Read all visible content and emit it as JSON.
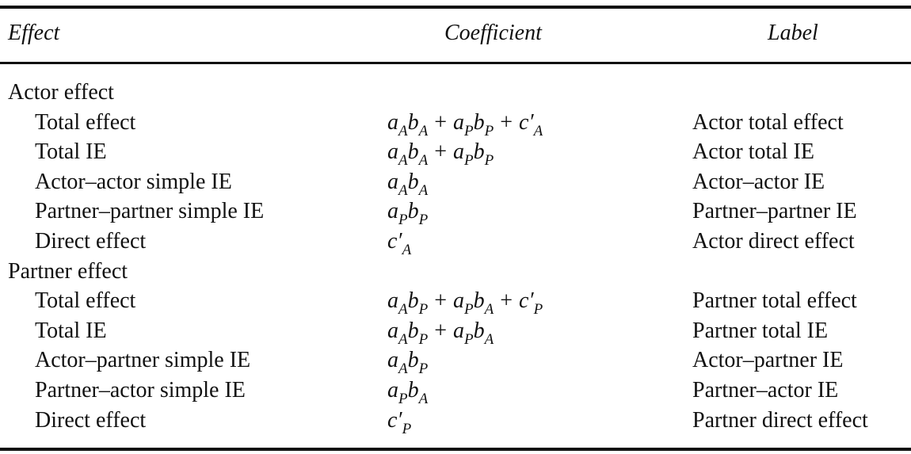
{
  "headers": {
    "effect": "Effect",
    "coefficient": "Coefficient",
    "label": "Label"
  },
  "groups": [
    {
      "title": "Actor effect",
      "rows": [
        {
          "effect": "Total effect",
          "coefficient": [
            [
              "a",
              "A"
            ],
            [
              "b",
              "A"
            ],
            "+",
            [
              "a",
              "P"
            ],
            [
              "b",
              "P"
            ],
            "+",
            [
              "c′",
              "A"
            ]
          ],
          "label": "Actor total effect"
        },
        {
          "effect": "Total IE",
          "coefficient": [
            [
              "a",
              "A"
            ],
            [
              "b",
              "A"
            ],
            "+",
            [
              "a",
              "P"
            ],
            [
              "b",
              "P"
            ]
          ],
          "label": "Actor total IE"
        },
        {
          "effect": "Actor–actor simple IE",
          "coefficient": [
            [
              "a",
              "A"
            ],
            [
              "b",
              "A"
            ]
          ],
          "label": "Actor–actor IE"
        },
        {
          "effect": "Partner–partner simple IE",
          "coefficient": [
            [
              "a",
              "P"
            ],
            [
              "b",
              "P"
            ]
          ],
          "label": "Partner–partner IE"
        },
        {
          "effect": "Direct effect",
          "coefficient": [
            [
              "c′",
              "A"
            ]
          ],
          "label": "Actor direct effect"
        }
      ]
    },
    {
      "title": "Partner effect",
      "rows": [
        {
          "effect": "Total effect",
          "coefficient": [
            [
              "a",
              "A"
            ],
            [
              "b",
              "P"
            ],
            "+",
            [
              "a",
              "P"
            ],
            [
              "b",
              "A"
            ],
            "+",
            [
              "c′",
              "P"
            ]
          ],
          "label": "Partner total effect"
        },
        {
          "effect": "Total IE",
          "coefficient": [
            [
              "a",
              "A"
            ],
            [
              "b",
              "P"
            ],
            "+",
            [
              "a",
              "P"
            ],
            [
              "b",
              "A"
            ]
          ],
          "label": "Partner total IE"
        },
        {
          "effect": "Actor–partner simple IE",
          "coefficient": [
            [
              "a",
              "A"
            ],
            [
              "b",
              "P"
            ]
          ],
          "label": "Actor–partner IE"
        },
        {
          "effect": "Partner–actor simple IE",
          "coefficient": [
            [
              "a",
              "P"
            ],
            [
              "b",
              "A"
            ]
          ],
          "label": "Partner–actor IE"
        },
        {
          "effect": "Direct effect",
          "coefficient": [
            [
              "c′",
              "P"
            ]
          ],
          "label": "Partner direct effect"
        }
      ]
    }
  ]
}
